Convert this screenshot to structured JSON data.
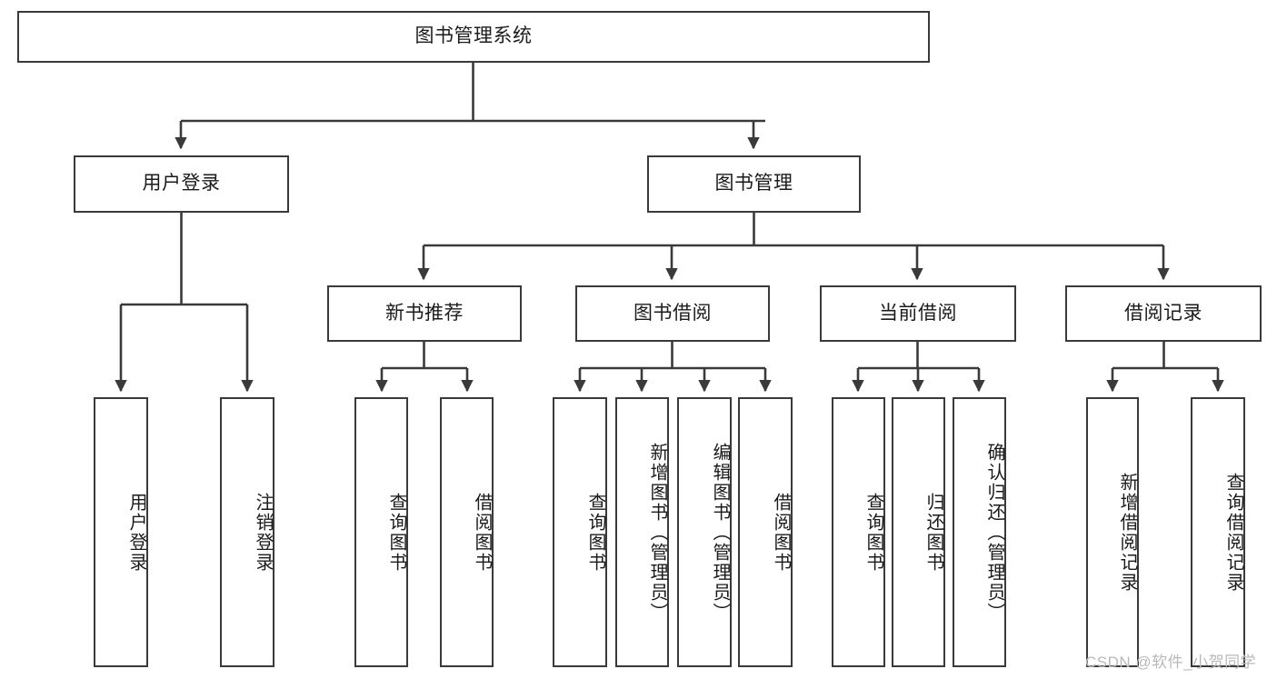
{
  "diagram": {
    "title": "图书管理系统",
    "type": "功能结构图",
    "colors": {
      "border": "#3a3a3a",
      "text": "#1b1b1b",
      "background": "#ffffff",
      "connector": "#3a3a3a",
      "watermark": "#b9b9b9"
    },
    "root": {
      "label": "图书管理系统"
    },
    "level2": [
      {
        "label": "用户登录"
      },
      {
        "label": "图书管理"
      }
    ],
    "level3": [
      {
        "label": "新书推荐"
      },
      {
        "label": "图书借阅"
      },
      {
        "label": "当前借阅"
      },
      {
        "label": "借阅记录"
      }
    ],
    "leaves": {
      "user_login": [
        {
          "label": "用户登录"
        },
        {
          "label": "注销登录"
        }
      ],
      "new_book_recommend": [
        {
          "label": "查询图书"
        },
        {
          "label": "借阅图书"
        }
      ],
      "book_borrow": [
        {
          "label": "查询图书"
        },
        {
          "label": "新增图书（管理员）"
        },
        {
          "label": "编辑图书（管理员）"
        },
        {
          "label": "借阅图书"
        }
      ],
      "current_borrow": [
        {
          "label": "查询图书"
        },
        {
          "label": "归还图书"
        },
        {
          "label": "确认归还（管理员）"
        }
      ],
      "borrow_record": [
        {
          "label": "新增借阅记录"
        },
        {
          "label": "查询借阅记录"
        }
      ]
    }
  },
  "watermark": {
    "text": "CSDN @软件_小贺同学"
  }
}
